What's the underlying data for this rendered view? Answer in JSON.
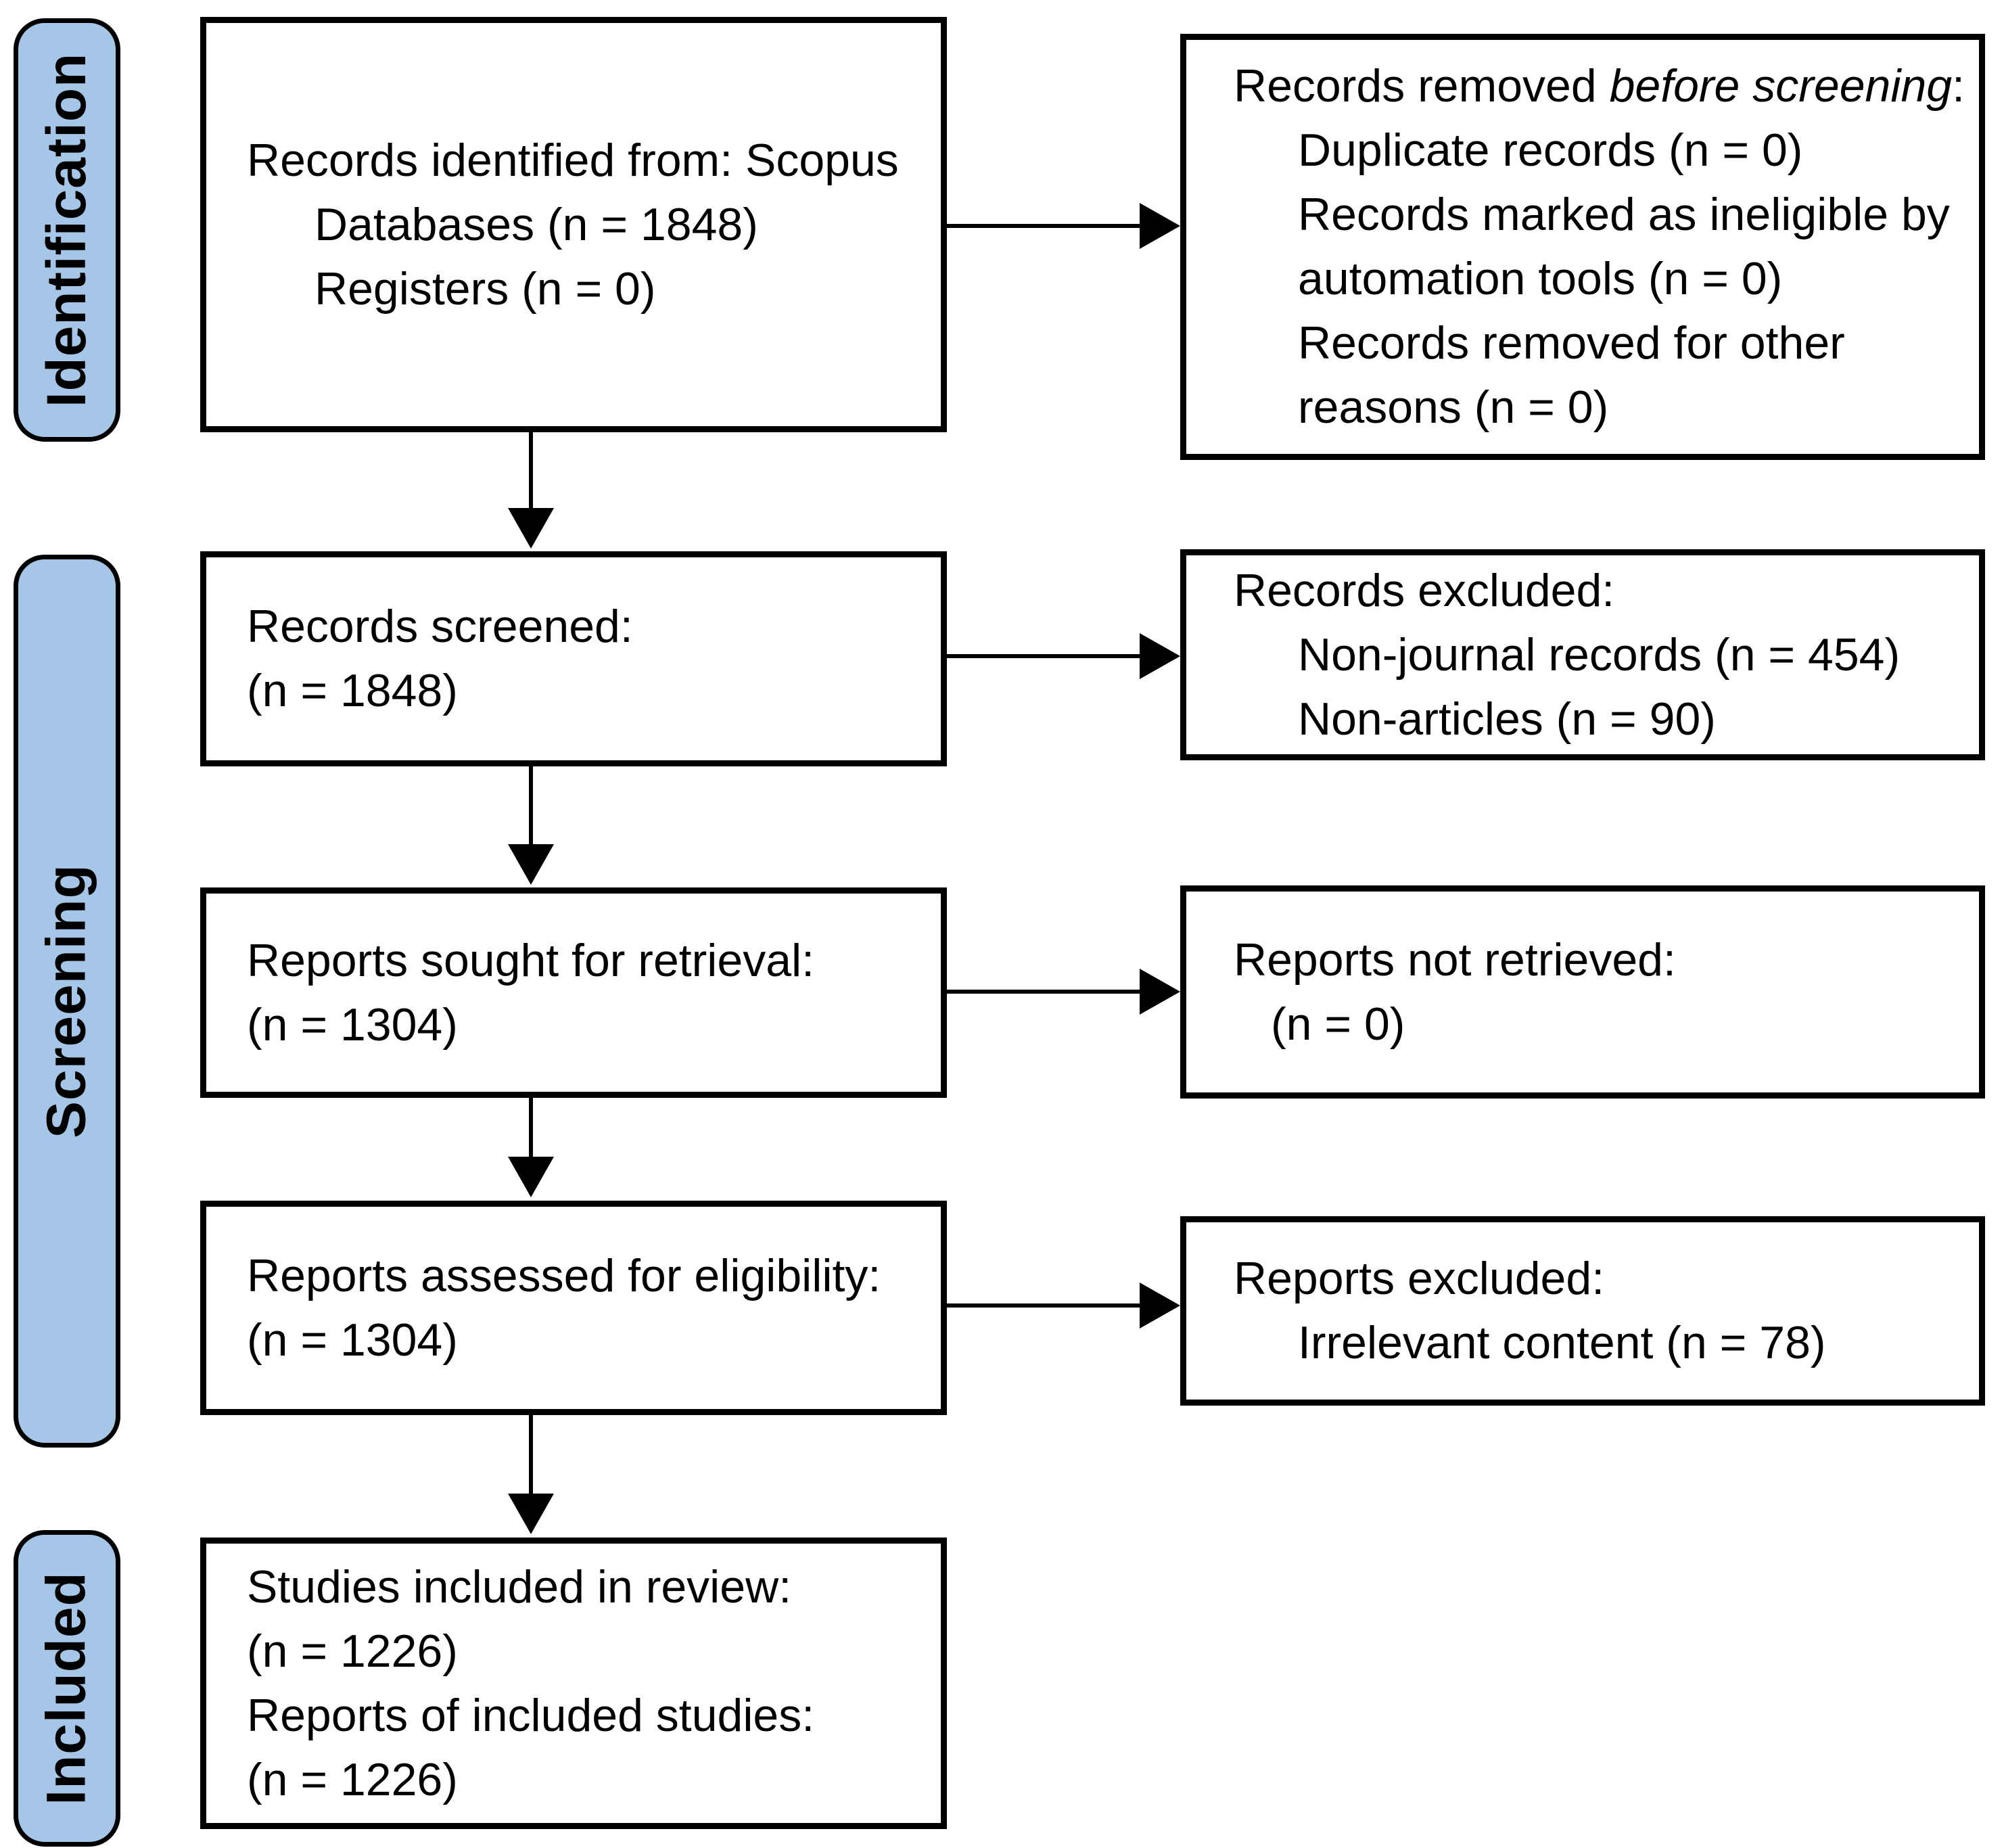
{
  "diagram": {
    "stages": [
      {
        "label": "Identification"
      },
      {
        "label": "Screening"
      },
      {
        "label": "Included"
      }
    ],
    "main_boxes": [
      {
        "lines": [
          "Records identified from: Scopus",
          "Databases (n = 1848)",
          "Registers (n = 0)"
        ]
      },
      {
        "lines": [
          "Records screened:",
          "(n = 1848)"
        ]
      },
      {
        "lines": [
          "Reports sought for retrieval:",
          "(n = 1304)"
        ]
      },
      {
        "lines": [
          "Reports assessed for eligibility:",
          "(n = 1304)"
        ]
      },
      {
        "lines": [
          "Studies included in review:",
          "(n = 1226)",
          "Reports of included studies:",
          "(n = 1226)"
        ]
      }
    ],
    "side_boxes": [
      {
        "title_prefix": "Records removed ",
        "title_italic": "before screening",
        "title_suffix": ":",
        "lines": [
          "Duplicate records (n = 0)",
          "Records marked as ineligible by",
          "automation tools (n = 0)",
          "Records removed for other",
          "reasons (n = 0)"
        ]
      },
      {
        "lines": [
          "Records excluded:",
          "Non-journal records (n = 454)",
          "Non-articles (n = 90)"
        ]
      },
      {
        "lines": [
          "Reports not retrieved:",
          "(n = 0)"
        ]
      },
      {
        "lines": [
          "Reports excluded:",
          "Irrelevant content (n = 78)"
        ]
      }
    ],
    "colors": {
      "stage_fill": "#a5c6e6",
      "border": "#000000",
      "background": "#ffffff"
    }
  }
}
